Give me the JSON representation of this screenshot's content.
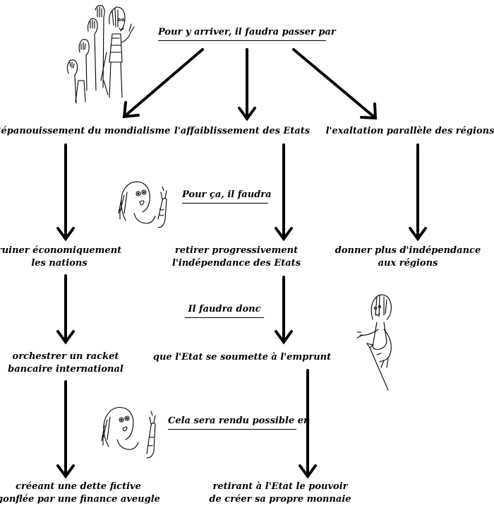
{
  "header": {
    "connector": "Pour y arriver, il faudra passer par"
  },
  "columns": [
    {
      "heading": "l'épanouissement du mondialisme",
      "step1": [
        "ruiner économiquement",
        "les nations"
      ],
      "step2": [
        "orchestrer un racket",
        "bancaire international"
      ],
      "step3": [
        "créeant une dette fictive",
        "gonflée par une finance aveugle"
      ]
    },
    {
      "heading": "l'affaiblissement des Etats",
      "step1": [
        "retirer progressivement",
        "l'indépendance des Etats"
      ],
      "step2": [
        "que l'Etat se soumette à l'emprunt"
      ],
      "step3": [
        "retirant à l'Etat le pouvoir",
        "de créer sa propre monnaie"
      ]
    },
    {
      "heading": "l'exaltation parallèle des régions",
      "step1": [
        "donner plus d'indépendance",
        "aux régions"
      ]
    }
  ],
  "connectors": {
    "pour_ca": "Pour ça, il faudra",
    "il_faudra_donc": "Il faudra donc",
    "cela_sera": "Cela sera rendu possible en"
  },
  "colors": {
    "ink": "#000000",
    "background": "#ffffff"
  },
  "illustrations": [
    "crowd-sketch",
    "pointing-figure-sketch",
    "pointing-figure-sketch",
    "pointing-figure-with-stick-sketch"
  ]
}
